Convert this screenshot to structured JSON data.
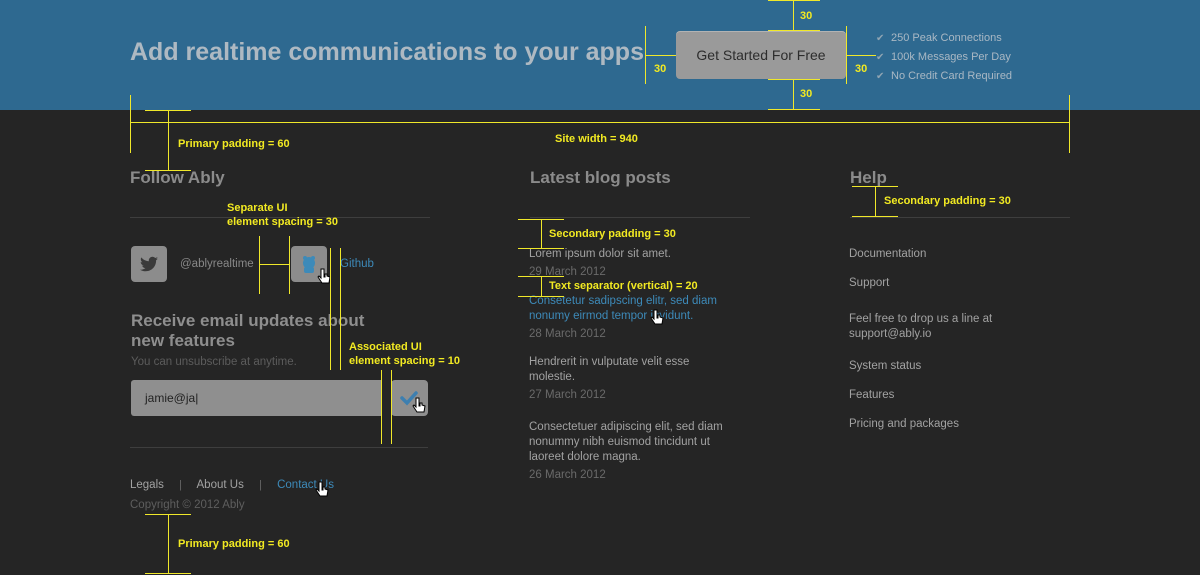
{
  "banner": {
    "title": "Add realtime communications to your apps",
    "cta_label": "Get Started For Free",
    "benefits": [
      "250 Peak Connections",
      "100k Messages Per Day",
      "No Credit Card Required"
    ]
  },
  "follow": {
    "heading": "Follow Ably",
    "twitter_handle": "@ablyrealtime",
    "github_label": "Github"
  },
  "newsletter": {
    "heading_line1": "Receive email updates about",
    "heading_line2": "new features",
    "subtext": "You can unsubscribe at anytime.",
    "email_value": "jamie@ja|"
  },
  "blog": {
    "heading": "Latest blog posts",
    "posts": [
      {
        "title": "Lorem ipsum dolor sit amet.",
        "title2": "",
        "title3": "",
        "date": "29 March 2012"
      },
      {
        "title": "Consetetur sadipscing elitr, sed diam",
        "title2": "nonumy eirmod tempor invidunt.",
        "title3": "",
        "date": "28 March 2012"
      },
      {
        "title": "Hendrerit in vulputate velit esse",
        "title2": "molestie.",
        "title3": "",
        "date": "27 March 2012"
      },
      {
        "title": "Consectetuer adipiscing elit, sed diam",
        "title2": "nonummy nibh euismod tincidunt ut",
        "title3": "laoreet dolore magna.",
        "date": "26 March 2012"
      }
    ]
  },
  "help": {
    "heading": "Help",
    "links": [
      "Documentation",
      "Support"
    ],
    "note_line1": "Feel free to drop us a line at",
    "note_line2": "support@ably.io",
    "links2": [
      "System status",
      "Features",
      "Pricing and packages"
    ]
  },
  "footer": {
    "links": [
      "Legals",
      "About Us",
      "Contact Us"
    ],
    "separator": "|",
    "copyright": "Copyright © 2012 Ably"
  },
  "annotations": {
    "primary_padding": "Primary padding = 60",
    "site_width": "Site width = 940",
    "separate_spacing_line1": "Separate UI",
    "separate_spacing_line2": "element spacing = 30",
    "associated_spacing_line1": "Associated UI",
    "associated_spacing_line2": "element spacing = 10",
    "secondary_padding": "Secondary padding = 30",
    "text_separator": "Text separator (vertical) = 20",
    "cta_spacing": "30"
  },
  "colors": {
    "banner": "#2e6990",
    "background": "#252525",
    "link": "#3d8ab9",
    "annotation": "#f0e82a"
  }
}
